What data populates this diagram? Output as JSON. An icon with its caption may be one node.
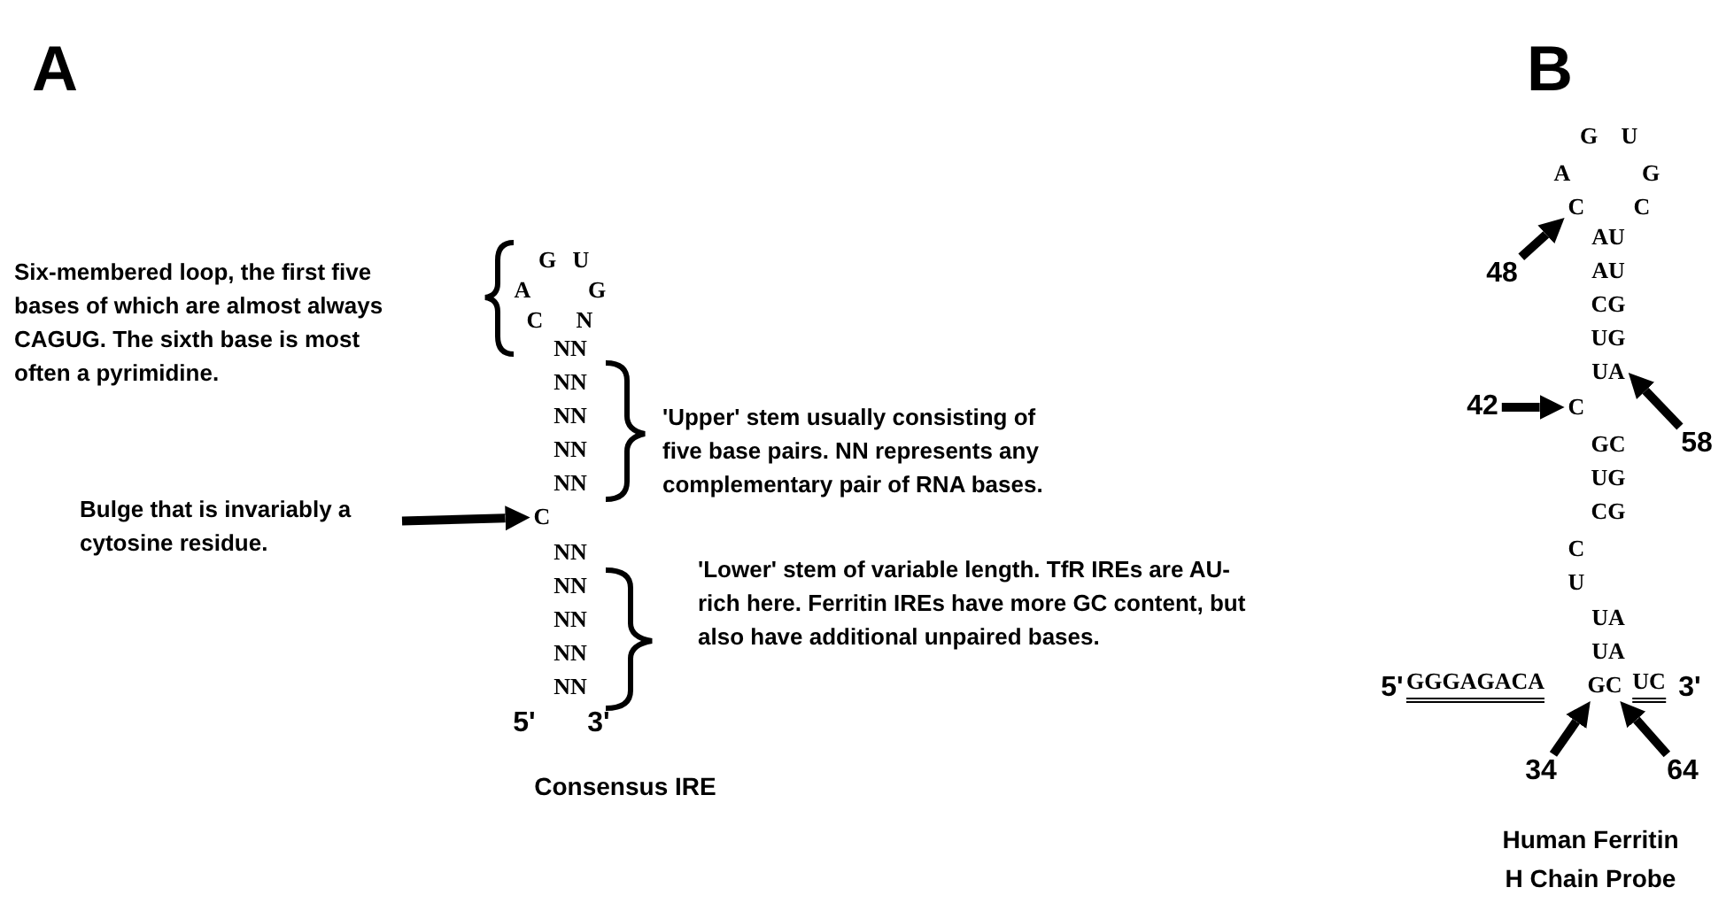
{
  "diagram": {
    "nodes": [
      {
        "text": [
          "Bulge that is invariably a cytosine residue."
        ]
      },
      {
        "text": [
          "C"
        ]
      },
      {
        "text": [
          "48"
        ]
      },
      {
        "text": [
          "C"
        ]
      },
      {
        "text": [
          "42"
        ]
      },
      {
        "text": [
          "C"
        ]
      },
      {
        "text": [
          "58"
        ]
      },
      {
        "text": [
          "UA"
        ]
      },
      {
        "text": [
          "34"
        ]
      },
      {
        "text": [
          "GC"
        ]
      },
      {
        "text": [
          "64"
        ]
      }
    ],
    "edges": [
      {
        "from": 0,
        "to": 1,
        "arrow": "to"
      },
      {
        "from": 2,
        "to": 3,
        "arrow": "to"
      },
      {
        "from": 4,
        "to": 5,
        "arrow": "to"
      },
      {
        "from": 6,
        "to": 7,
        "arrow": "to"
      },
      {
        "from": 8,
        "to": 9,
        "arrow": "to"
      },
      {
        "from": 10,
        "to": 9,
        "arrow": "to"
      }
    ],
    "labels": [
      "A",
      "B",
      "Six-membered loop, the first five bases of which are almost always CAGUG. The sixth base is most often a pyrimidine.",
      "G",
      "U",
      "A",
      "G",
      "C",
      "N",
      "NN",
      "NN",
      "NN",
      "NN",
      "NN",
      "'Upper' stem usually consisting of five base pairs. NN represents any complementary pair of RNA bases.",
      "NN",
      "NN",
      "NN",
      "NN",
      "NN",
      "'Lower' stem of variable length. TfR IREs are AU-rich here. Ferritin IREs have more GC content, but also have additional unpaired bases.",
      "5'",
      "3'",
      "Consensus IRE",
      "G",
      "U",
      "A",
      "G",
      "C",
      "AU",
      "AU",
      "CG",
      "UG",
      "GC",
      "UG",
      "CG",
      "C",
      "U",
      "UA",
      "UA",
      "5'",
      "GGGAGACA",
      "UC",
      "3'",
      "Human Ferritin H Chain Probe"
    ]
  }
}
